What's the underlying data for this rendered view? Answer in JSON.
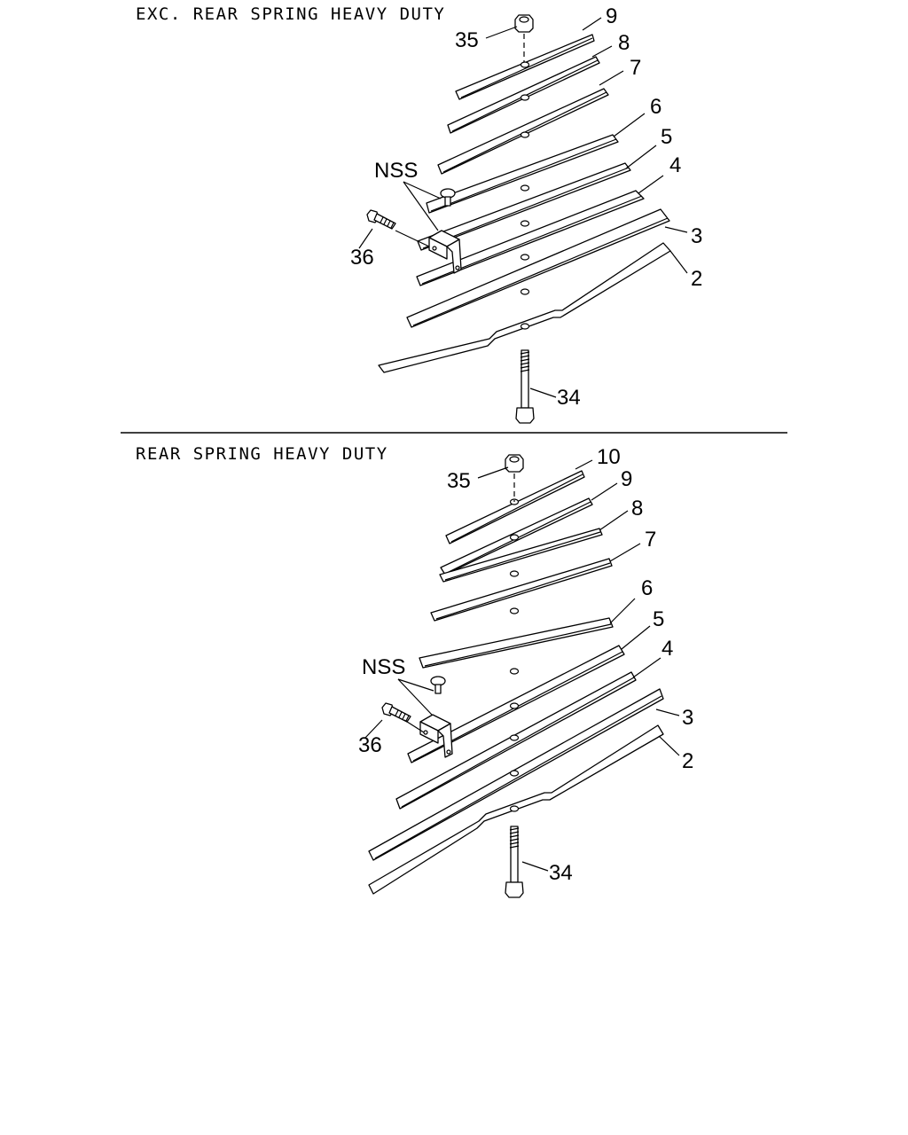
{
  "sections": [
    {
      "caption": "EXC. REAR SPRING HEAVY DUTY",
      "leaf_numbers": [
        "9",
        "8",
        "7",
        "6",
        "5",
        "4",
        "3",
        "2"
      ],
      "callouts": {
        "nut": "35",
        "bolt": "36",
        "center_bolt": "34",
        "nss": "NSS"
      }
    },
    {
      "caption": "REAR SPRING HEAVY DUTY",
      "leaf_numbers": [
        "10",
        "9",
        "8",
        "7",
        "6",
        "5",
        "4",
        "3",
        "2"
      ],
      "callouts": {
        "nut": "35",
        "bolt": "36",
        "center_bolt": "34",
        "nss": "NSS"
      }
    }
  ]
}
